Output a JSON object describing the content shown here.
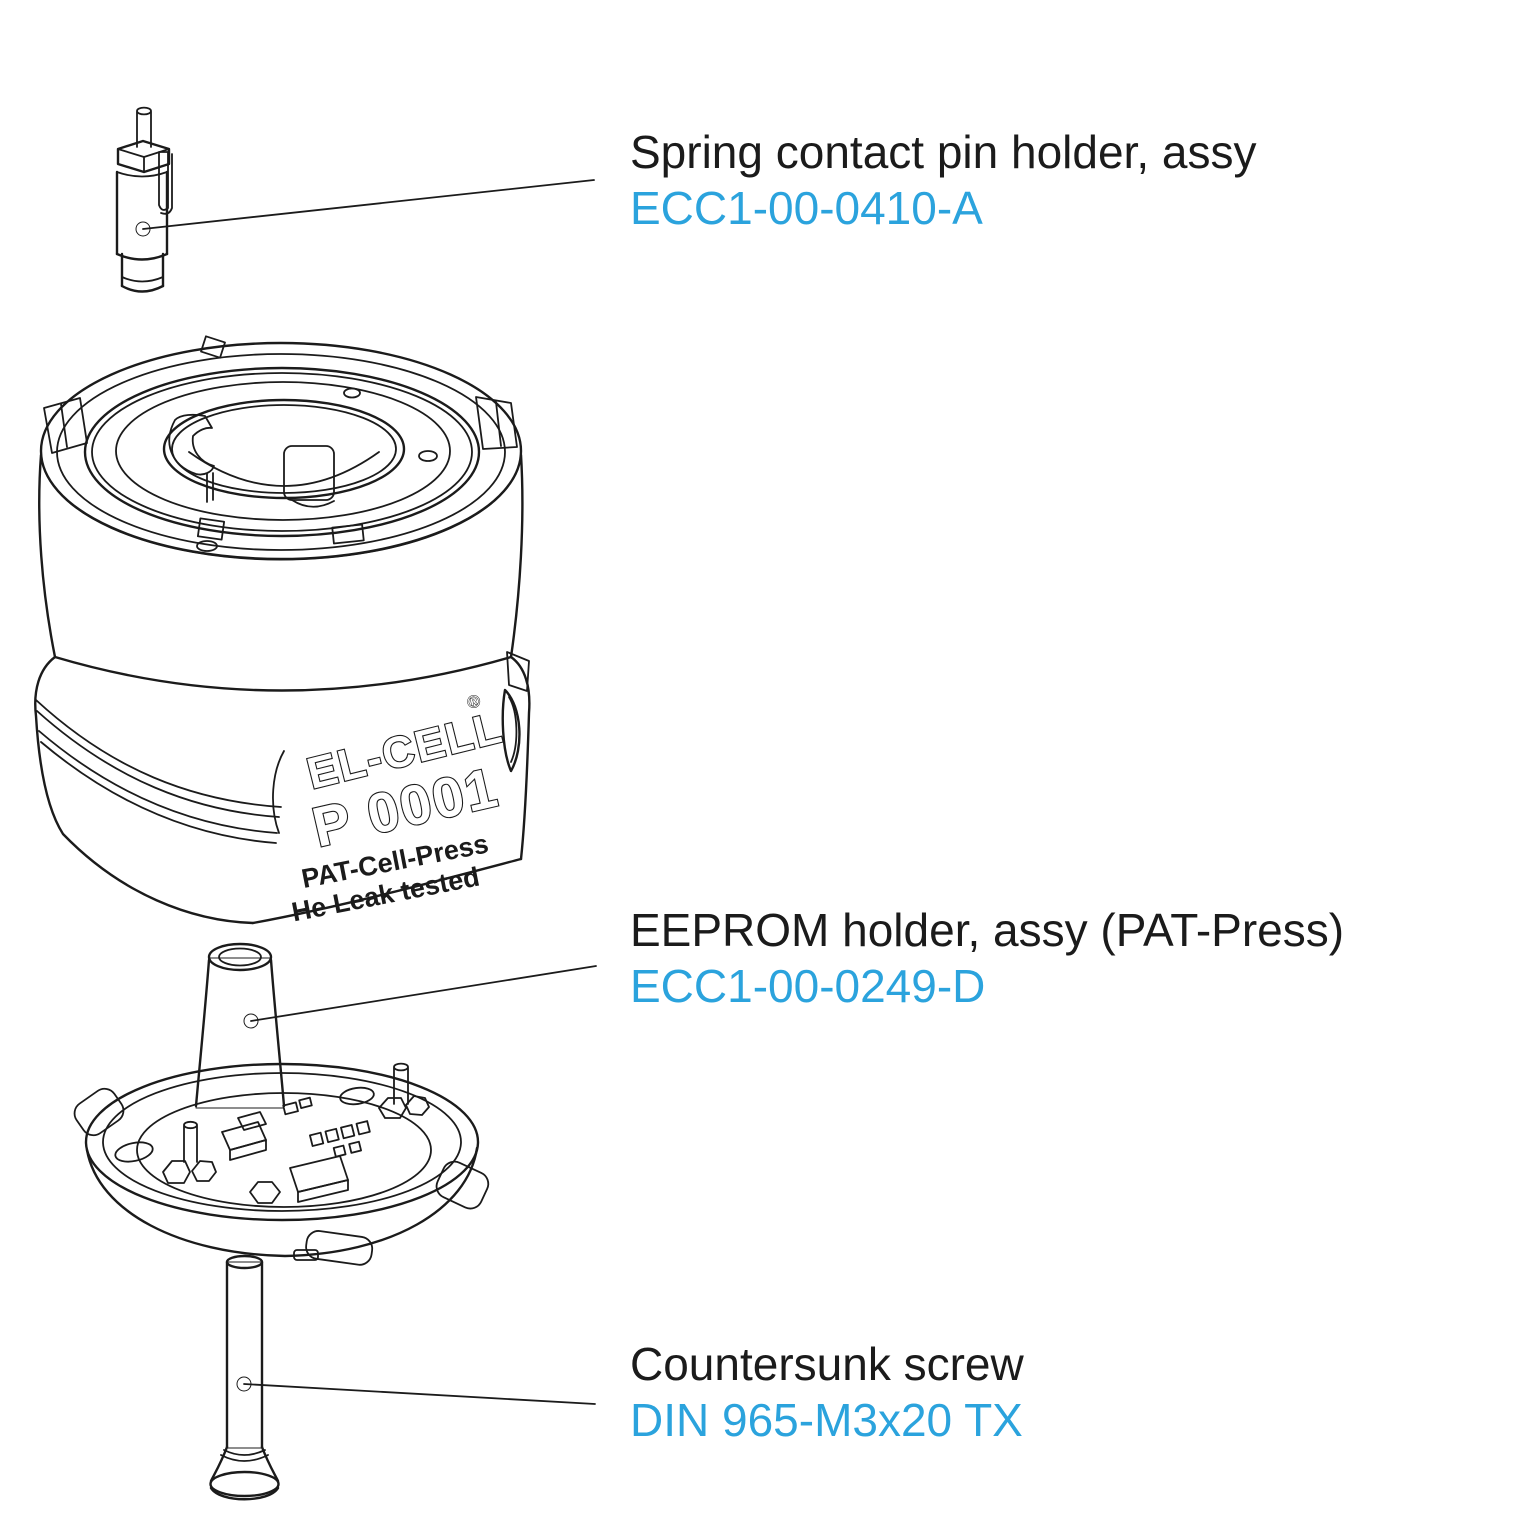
{
  "diagram": {
    "parts": [
      {
        "title": "Spring contact pin holder, assy",
        "code": "ECC1-00-0410-A"
      },
      {
        "title": "EEPROM holder, assy (PAT-Press)",
        "code": "ECC1-00-0249-D"
      },
      {
        "title": "Countersunk screw",
        "code": "DIN 965-M3x20 TX"
      }
    ],
    "engraving": {
      "brand": "EL-CELL",
      "registered_mark": "®",
      "serial": "P 0001",
      "type_line": "PAT-Cell-Press",
      "test_line": "He Leak tested"
    },
    "colors": {
      "code_blue": "#2ba3dd",
      "line_black": "#1b1b1b",
      "background": "#ffffff"
    }
  }
}
